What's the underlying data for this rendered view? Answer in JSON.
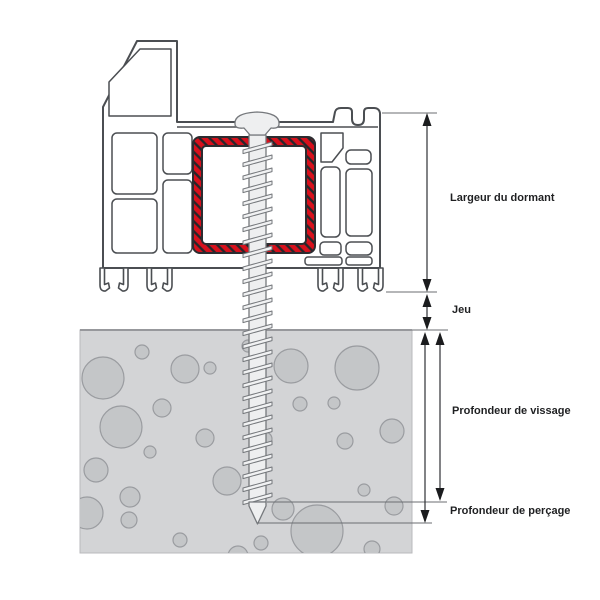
{
  "diagram": {
    "type": "technical-illustration",
    "subject": "Coupe de fixation d'un dormant de fenêtre PVC par vis dans le béton",
    "labels": {
      "frame_width": "Largeur du dormant",
      "gap": "Jeu",
      "screwing_depth": "Profondeur de vissage",
      "drilling_depth": "Profondeur de perçage"
    },
    "colors": {
      "reinforcement_red": "#d8101c",
      "frame_outline": "#4b4e52",
      "concrete_fill": "#d3d4d6",
      "aggregate_fill": "#c4c6c8",
      "aggregate_stroke": "#9a9ca0",
      "screw_fill": "#eeeff0",
      "screw_stroke": "#75787c",
      "dimension_line": "#2f3135",
      "arrow": "#1b1c1e",
      "label_text": "#1f2022"
    }
  }
}
